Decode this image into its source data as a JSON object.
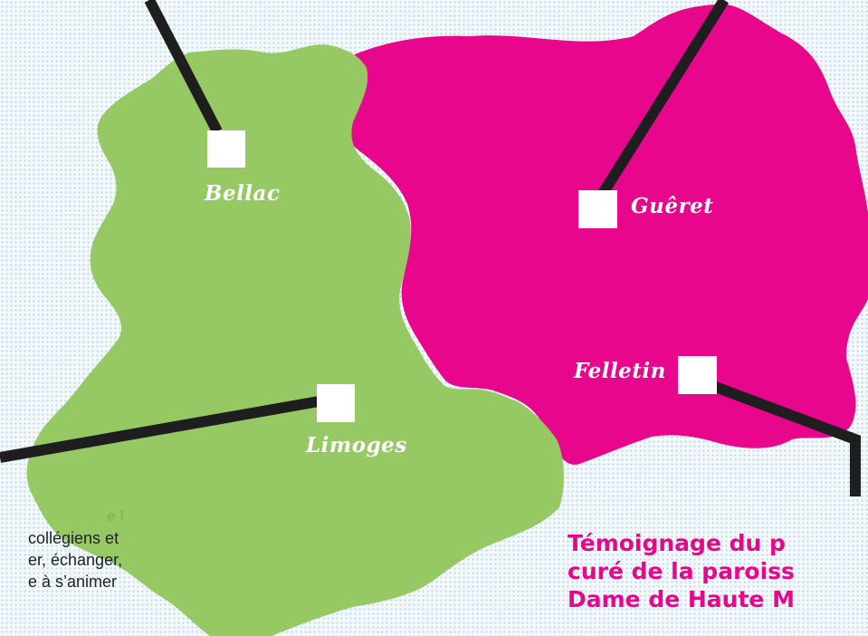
{
  "colors": {
    "haute_vienne": "#96c864",
    "creuse": "#e8068d",
    "connector_line": "#1e1e1e",
    "marker": "#ffffff",
    "left_heading": "#7cbc45",
    "right_heading": "#e8068d"
  },
  "cities": {
    "bellac": "Bellac",
    "gueret": "Guêret",
    "felletin": "Felletin",
    "limoges": "Limoges"
  },
  "left_block": {
    "heading": "e !",
    "lines": [
      "collégiens et",
      "er, échanger,",
      "e à s’animer"
    ]
  },
  "right_block": {
    "lines": [
      "Témoignage du p",
      "curé de la paroiss",
      "Dame de Haute M"
    ]
  }
}
